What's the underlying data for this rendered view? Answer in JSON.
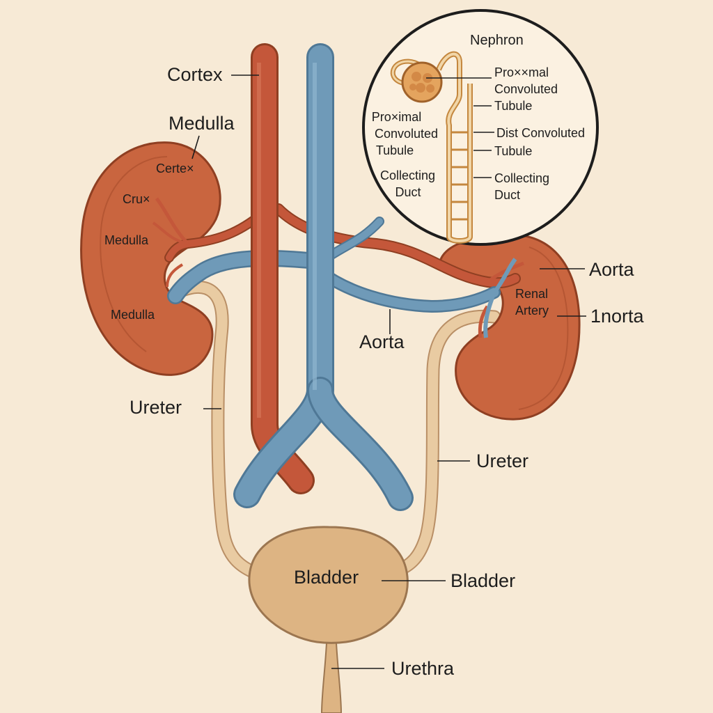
{
  "colors": {
    "background": "#f7ead6",
    "artery": "#c4573a",
    "vein": "#6f9ab8",
    "kidney": "#c9653f",
    "ureter": "#e6c49b",
    "bladder": "#ddb483",
    "inset_fill": "#fbf1e1"
  },
  "labels": {
    "cortex_top": "Cortex",
    "medulla_top": "Medulla",
    "left_kidney_cortex": "Certe×",
    "left_kidney_crux": "Cru×",
    "left_kidney_medulla_upper": "Medulla",
    "left_kidney_medulla_lower": "Medulla",
    "ureter_left": "Ureter",
    "aorta_center": "Aorta",
    "aorta_right": "Aorta",
    "renal_artery_line1": "Renal",
    "renal_artery_line2": "Artery",
    "inorta_right": "1norta",
    "ureter_right": "Ureter",
    "bladder_inside": "Bladder",
    "bladder_right": "Bladder",
    "urethra": "Urethra"
  },
  "inset": {
    "title": "Nephron",
    "left_proximal": [
      "Pro×imal",
      "Convoluted",
      "Tubule"
    ],
    "left_collecting": [
      "Collecting",
      "Duct"
    ],
    "right_proximal": [
      "Pro××mal",
      "Convoluted",
      "Tubule"
    ],
    "right_distal": [
      "Dist Convoluted",
      "Tubule"
    ],
    "right_collecting": [
      "Collecting",
      "Duct"
    ]
  }
}
